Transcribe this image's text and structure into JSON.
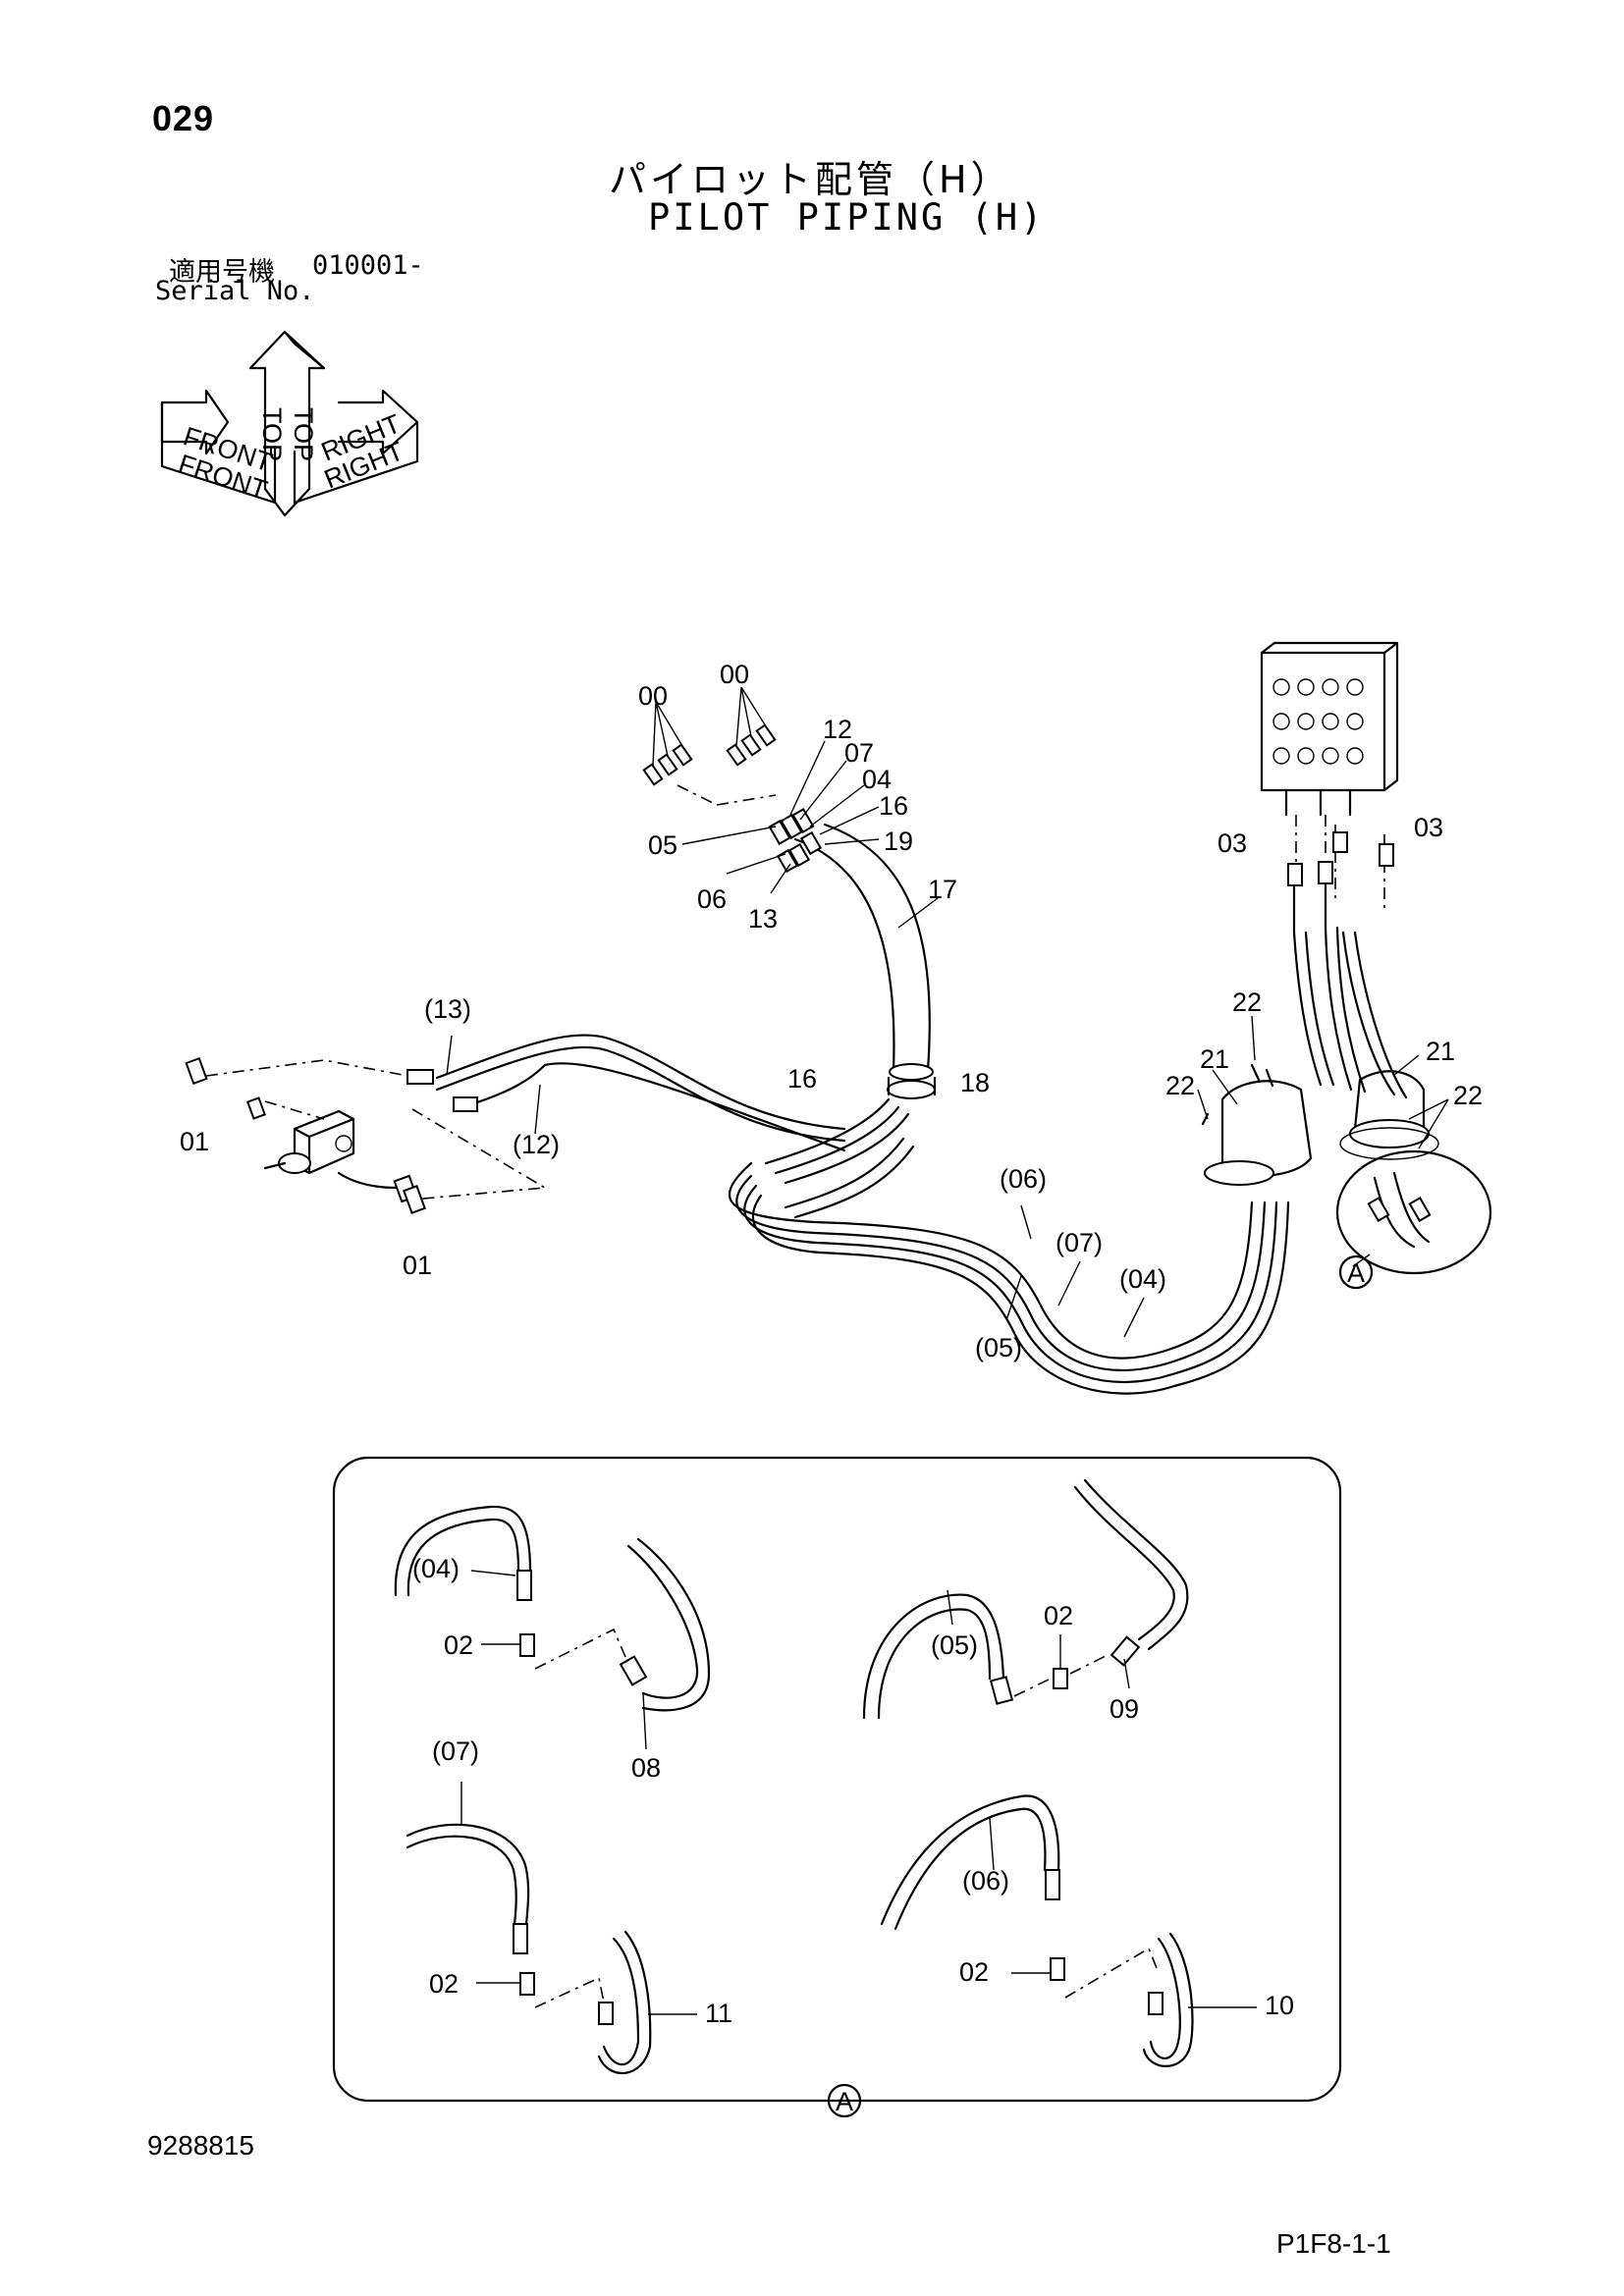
{
  "header": {
    "page_no": "029",
    "title_jp": "パイロット配管（H）",
    "title_en": "PILOT PIPING (H)",
    "serial_label_jp": "適用号機",
    "serial_range": "010001-",
    "serial_label_en": "Serial No."
  },
  "orientation": {
    "front_upper": "FRONT",
    "front_lower": "FRONT",
    "top_left": "TOP",
    "top_right": "TOP",
    "right_upper": "RIGHT",
    "right_lower": "RIGHT"
  },
  "callouts": {
    "c00a": "00",
    "c00b": "00",
    "c12": "12",
    "c07": "07",
    "c04": "04",
    "c16a": "16",
    "c19": "19",
    "c05": "05",
    "c06": "06",
    "c13": "13",
    "c17": "17",
    "c16b": "16",
    "c18": "18",
    "c13p": "(13)",
    "c12p": "(12)",
    "c01a": "01",
    "c01b": "01",
    "c03a": "03",
    "c03b": "03",
    "c22a": "22",
    "c21a": "21",
    "c22b": "22",
    "c21b": "21",
    "c22c": "22",
    "cA": "A",
    "c06p": "(06)",
    "c07p": "(07)",
    "c04p": "(04)",
    "c05p": "(05)"
  },
  "detail_a": {
    "label": "A",
    "q1_hose": "(04)",
    "q1_adapter": "02",
    "q1_elbow": "08",
    "q2_hose": "(05)",
    "q2_adapter": "02",
    "q2_elbow": "09",
    "q3_hose": "(07)",
    "q3_adapter": "02",
    "q3_part": "11",
    "q4_hose": "(06)",
    "q4_adapter": "02",
    "q4_part": "10"
  },
  "footer": {
    "doc_number": "9288815",
    "page_code": "P1F8-1-1"
  }
}
